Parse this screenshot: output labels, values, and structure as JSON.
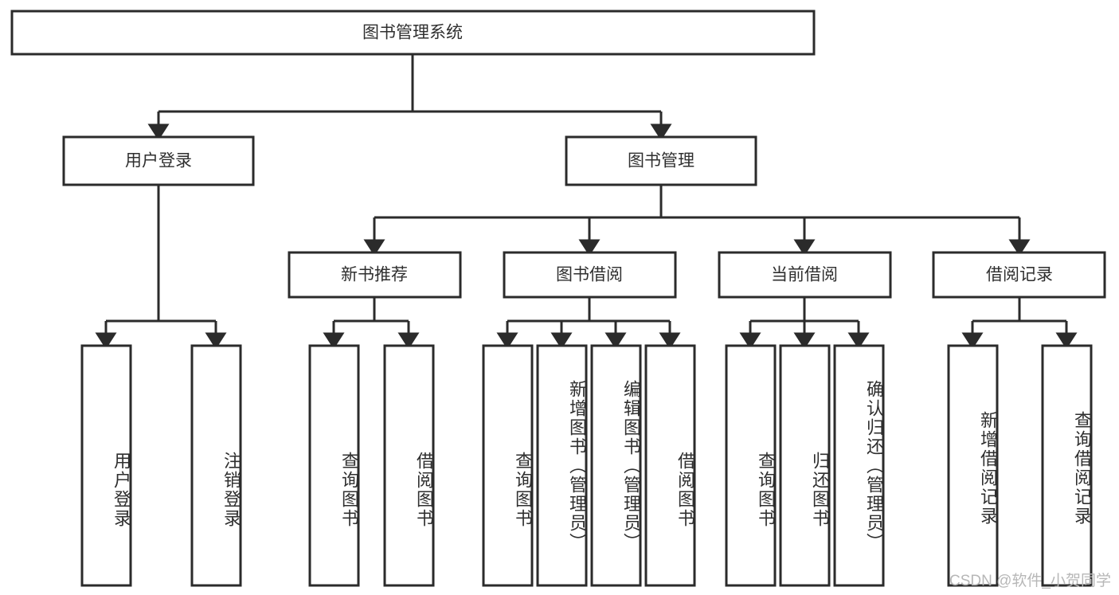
{
  "diagram": {
    "type": "tree-hierarchy",
    "title": "图书管理系统",
    "root": {
      "label": "图书管理系统"
    },
    "level2": [
      {
        "label": "用户登录"
      },
      {
        "label": "图书管理"
      }
    ],
    "level3": [
      {
        "label": "新书推荐"
      },
      {
        "label": "图书借阅"
      },
      {
        "label": "当前借阅"
      },
      {
        "label": "借阅记录"
      }
    ],
    "leaves": {
      "user_login": [
        {
          "label": "用户登录"
        },
        {
          "label": "注销登录"
        }
      ],
      "new_book_recommend": [
        {
          "label": "查询图书"
        },
        {
          "label": "借阅图书"
        }
      ],
      "book_borrow": [
        {
          "label": "查询图书"
        },
        {
          "label": "新增图书（管理员）"
        },
        {
          "label": "编辑图书（管理员）"
        },
        {
          "label": "借阅图书"
        }
      ],
      "current_borrow": [
        {
          "label": "查询图书"
        },
        {
          "label": "归还图书"
        },
        {
          "label": "确认归还（管理员）"
        }
      ],
      "borrow_record": [
        {
          "label": "新增借阅记录"
        },
        {
          "label": "查询借阅记录"
        }
      ]
    }
  },
  "watermark": {
    "text": "CSDN @软件_小贺同学"
  },
  "colors": {
    "background": "#ffffff",
    "box_stroke": "#2b2b2b",
    "box_fill": "#ffffff",
    "text": "#2f2f2f",
    "watermark": "#b7b7b7"
  }
}
